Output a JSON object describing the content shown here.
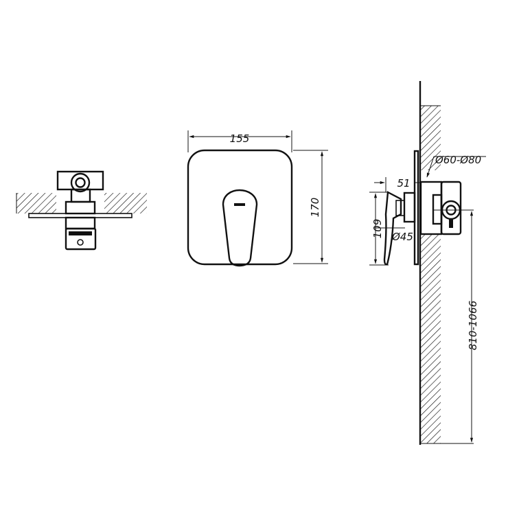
{
  "dimensions": {
    "width": "155",
    "height": "170",
    "depth": "51",
    "body_height": "109",
    "pipe_diameter": "Ø45",
    "wall_hole": "Ø60-Ø80",
    "install_height": "810-1066"
  }
}
